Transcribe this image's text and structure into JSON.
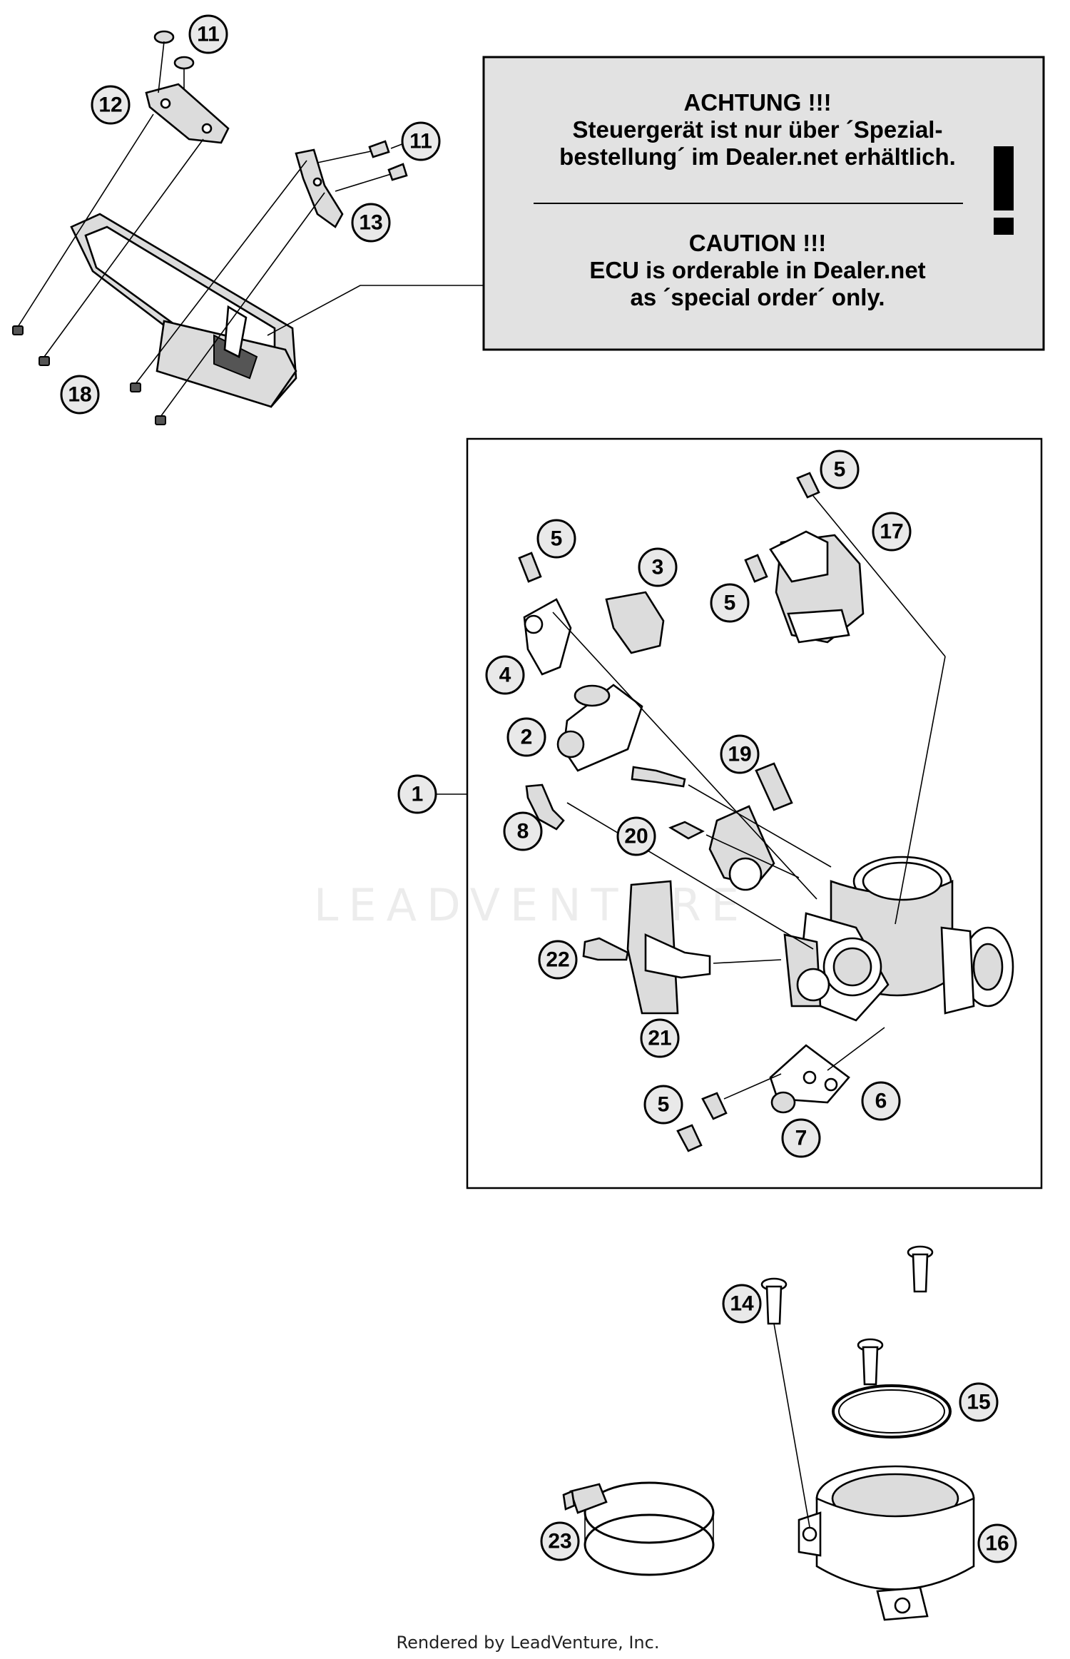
{
  "notice": {
    "de_title": "ACHTUNG !!!",
    "de_line1": "Steuergerät ist nur über ´Spezial-",
    "de_line2": "bestellung´ im Dealer.net erhältlich.",
    "en_title": "CAUTION !!!",
    "en_line1": "ECU is orderable in Dealer.net",
    "en_line2": "as ´special order´ only.",
    "icon": "exclamation-icon"
  },
  "watermark": "LEADVENTURE",
  "footer": "Rendered by LeadVenture, Inc.",
  "callouts": {
    "c11a": "11",
    "c12": "12",
    "c11b": "11",
    "c13": "13",
    "c18": "18",
    "c5a": "5",
    "c17": "17",
    "c5b": "5",
    "c3": "3",
    "c5c": "5",
    "c4": "4",
    "c2": "2",
    "c19": "19",
    "c1": "1",
    "c8": "8",
    "c20": "20",
    "c22": "22",
    "c21": "21",
    "c5d": "5",
    "c6": "6",
    "c7": "7",
    "c14": "14",
    "c15": "15",
    "c23": "23",
    "c16": "16"
  },
  "colors": {
    "callout_fill": "#e9e9e9",
    "notice_fill": "#e2e2e2",
    "line": "#000000"
  }
}
